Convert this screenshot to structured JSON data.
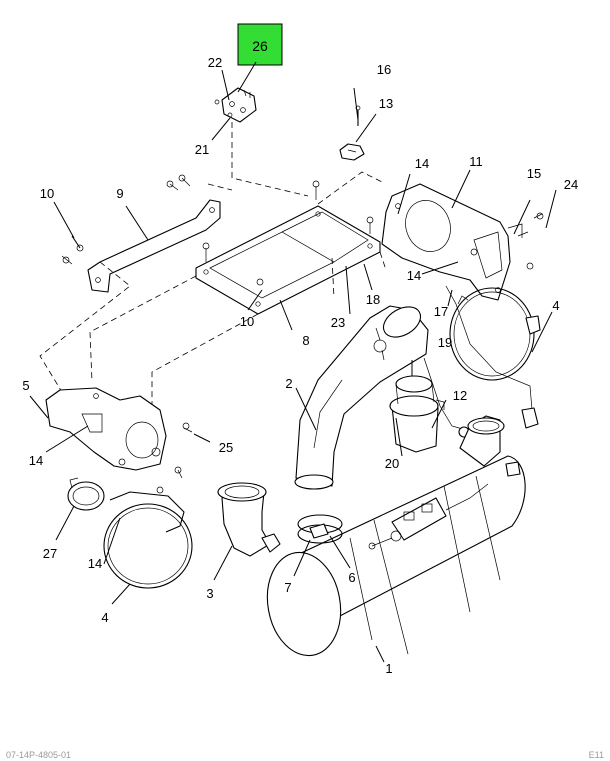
{
  "highlight": {
    "label": "26",
    "color": "#33dd33"
  },
  "callouts": [
    {
      "id": "c1",
      "text": "1"
    },
    {
      "id": "c2",
      "text": "2"
    },
    {
      "id": "c3",
      "text": "3"
    },
    {
      "id": "c4a",
      "text": "4"
    },
    {
      "id": "c4b",
      "text": "4"
    },
    {
      "id": "c5",
      "text": "5"
    },
    {
      "id": "c6",
      "text": "6"
    },
    {
      "id": "c7",
      "text": "7"
    },
    {
      "id": "c8",
      "text": "8"
    },
    {
      "id": "c9",
      "text": "9"
    },
    {
      "id": "c10a",
      "text": "10"
    },
    {
      "id": "c10b",
      "text": "10"
    },
    {
      "id": "c11",
      "text": "11"
    },
    {
      "id": "c12",
      "text": "12"
    },
    {
      "id": "c13",
      "text": "13"
    },
    {
      "id": "c14a",
      "text": "14"
    },
    {
      "id": "c14b",
      "text": "14"
    },
    {
      "id": "c14c",
      "text": "14"
    },
    {
      "id": "c14d",
      "text": "14"
    },
    {
      "id": "c15",
      "text": "15"
    },
    {
      "id": "c16",
      "text": "16"
    },
    {
      "id": "c17",
      "text": "17"
    },
    {
      "id": "c18",
      "text": "18"
    },
    {
      "id": "c19",
      "text": "19"
    },
    {
      "id": "c20",
      "text": "20"
    },
    {
      "id": "c21",
      "text": "21"
    },
    {
      "id": "c22",
      "text": "22"
    },
    {
      "id": "c23",
      "text": "23"
    },
    {
      "id": "c24",
      "text": "24"
    },
    {
      "id": "c25",
      "text": "25"
    },
    {
      "id": "c27",
      "text": "27"
    }
  ],
  "footer": {
    "left": "07-14P-4805-01",
    "right": "E11"
  }
}
